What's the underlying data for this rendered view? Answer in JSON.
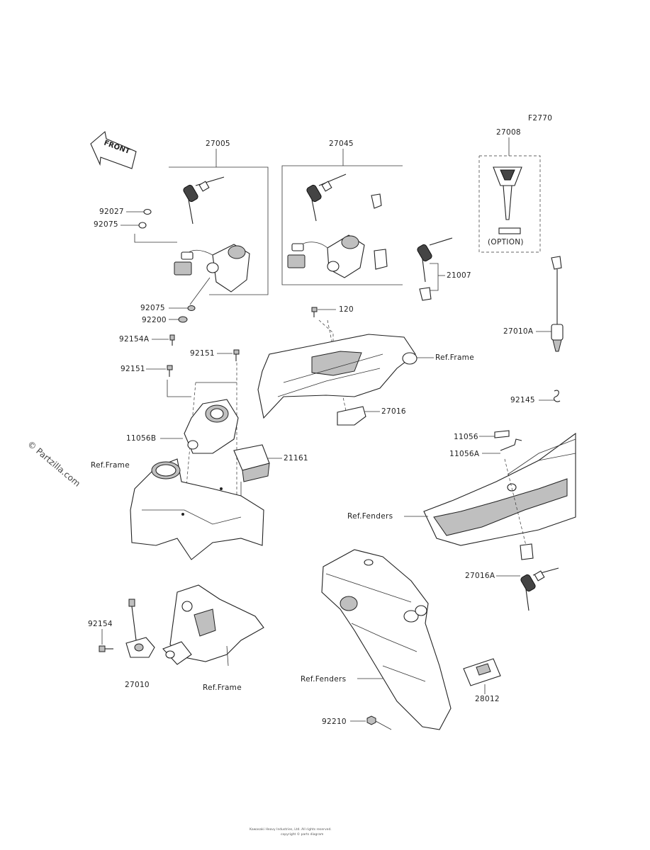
{
  "figure_code": "F2770",
  "front_label": "FRONT",
  "watermark": "© Partzilla.com",
  "parts": {
    "p27005": "27005",
    "p27045": "27045",
    "p27008": "27008",
    "option": "(OPTION)",
    "p92027": "92027",
    "p92075a": "92075",
    "p92075b": "92075",
    "p92200": "92200",
    "p92154A": "92154A",
    "p92151a": "92151",
    "p92151b": "92151",
    "p21007": "21007",
    "p120": "120",
    "p27010A": "27010A",
    "p27016": "27016",
    "p92145": "92145",
    "p11056": "11056",
    "p11056A": "11056A",
    "p11056B": "11056B",
    "p21161": "21161",
    "p27016A": "27016A",
    "p92154": "92154",
    "p27010": "27010",
    "p92210": "92210",
    "p28012": "28012"
  },
  "refs": {
    "frame_top": "Ref.Frame",
    "frame_left": "Ref.Frame",
    "frame_bottom": "Ref.Frame",
    "fenders_right": "Ref.Fenders",
    "fenders_bottom": "Ref.Fenders"
  },
  "footer": {
    "line1": "Kawasaki Heavy Industries, Ltd. All rights reserved.",
    "line2": "copyright © parts diagram"
  }
}
